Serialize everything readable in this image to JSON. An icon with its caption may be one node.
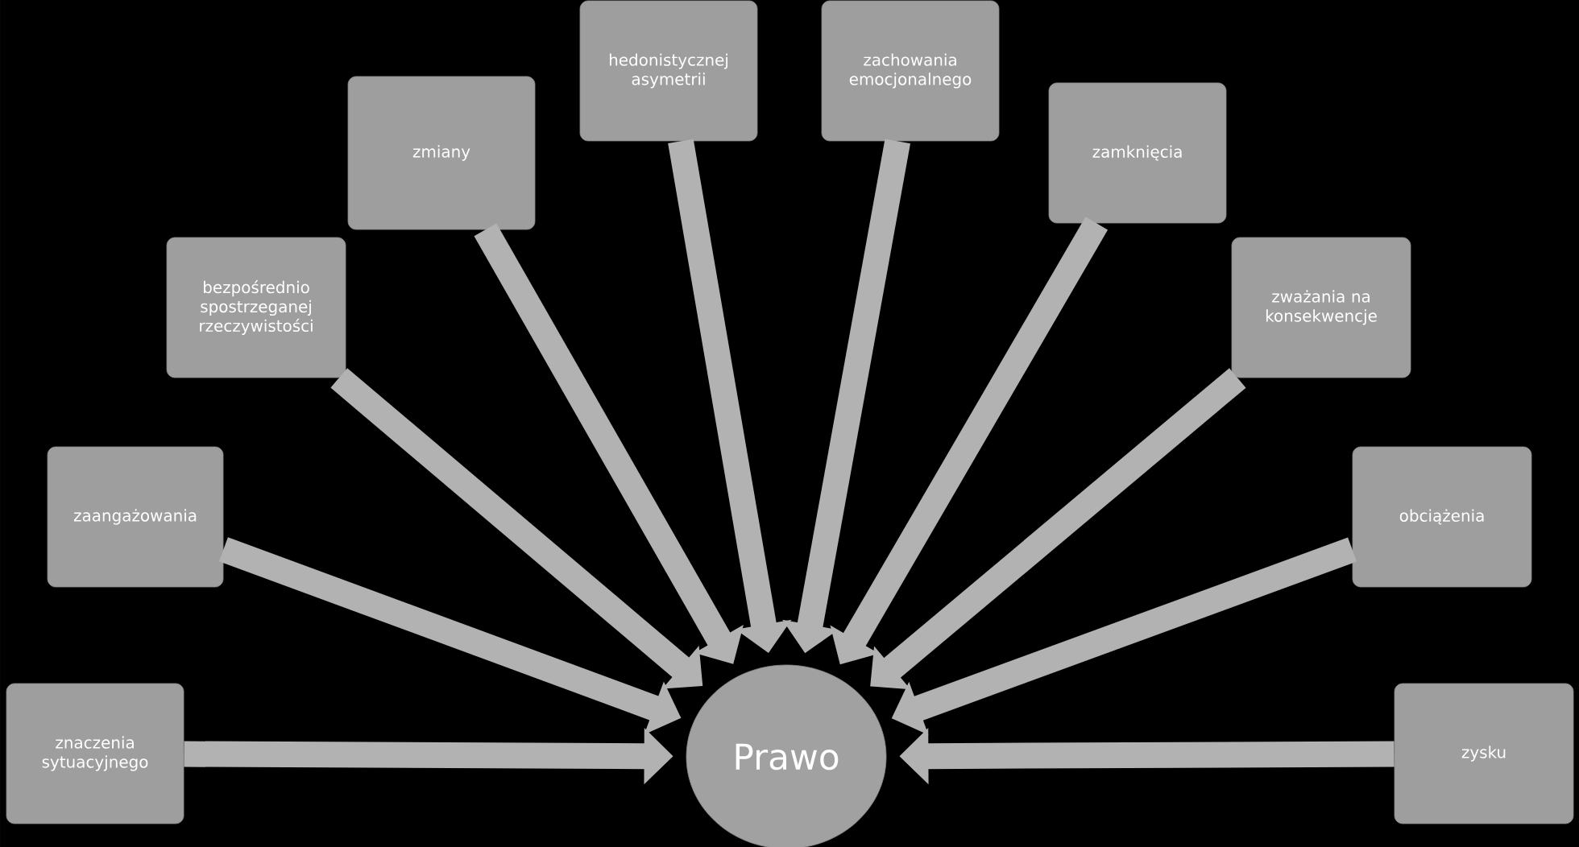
{
  "diagram": {
    "nodes": [
      {
        "text": [
          "Prawo"
        ]
      },
      {
        "text": [
          "znaczenia sytuacyjnego"
        ]
      },
      {
        "text": [
          "zaangażowania"
        ]
      },
      {
        "text": [
          "bezpośrednio spostrzeganej rzeczywistości"
        ]
      },
      {
        "text": [
          "zmiany"
        ]
      },
      {
        "text": [
          "hedonistycznej asymetrii"
        ]
      },
      {
        "text": [
          "zachowania emocjonalnego"
        ]
      },
      {
        "text": [
          "zamknięcia"
        ]
      },
      {
        "text": [
          "zważania na konsekwencje"
        ]
      },
      {
        "text": [
          "obciążenia"
        ]
      },
      {
        "text": [
          "zysku"
        ]
      }
    ],
    "edges": [
      {
        "from": 1,
        "to": 0,
        "arrow": "to"
      },
      {
        "from": 2,
        "to": 0,
        "arrow": "to"
      },
      {
        "from": 3,
        "to": 0,
        "arrow": "to"
      },
      {
        "from": 4,
        "to": 0,
        "arrow": "to"
      },
      {
        "from": 5,
        "to": 0,
        "arrow": "to"
      },
      {
        "from": 6,
        "to": 0,
        "arrow": "to"
      },
      {
        "from": 7,
        "to": 0,
        "arrow": "to"
      },
      {
        "from": 8,
        "to": 0,
        "arrow": "to"
      },
      {
        "from": 9,
        "to": 0,
        "arrow": "to"
      },
      {
        "from": 10,
        "to": 0,
        "arrow": "to"
      }
    ]
  }
}
